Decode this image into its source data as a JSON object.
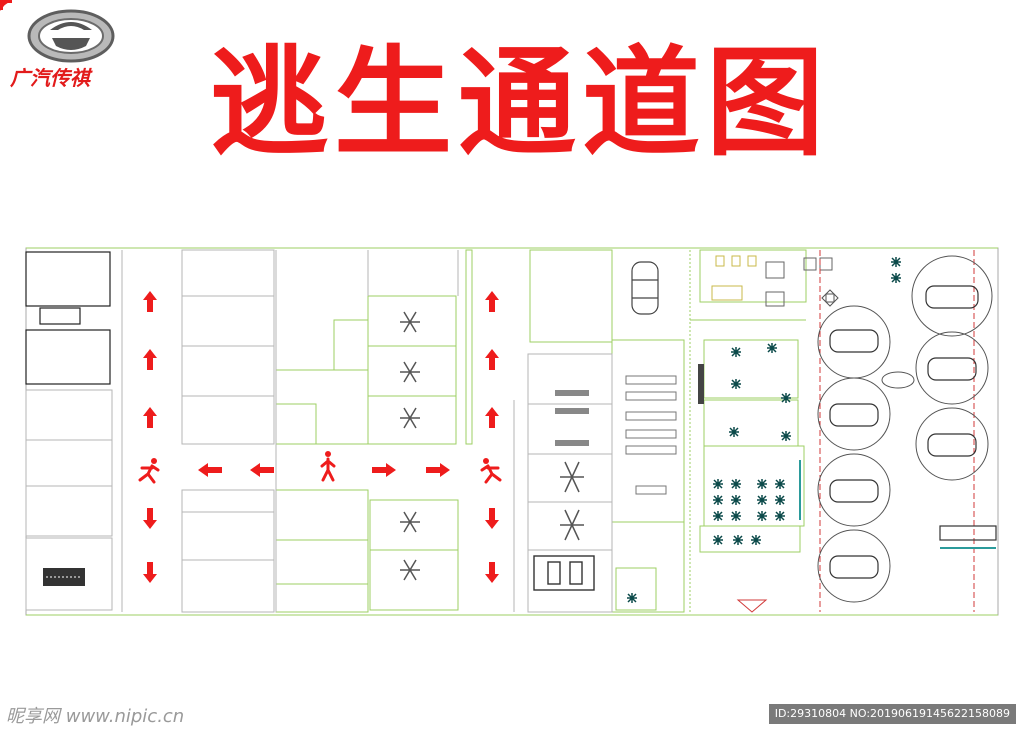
{
  "brand": {
    "name": "广汽传祺",
    "logo_icon": "gac-trumpchi-logo-icon"
  },
  "title": "逃生通道图",
  "colors": {
    "accent_red": "#ee1c1c",
    "wall_green": "#9ecf63",
    "wall_gray": "#9a9a9a",
    "furniture": "#222222"
  },
  "plan": {
    "exit_arrows": [
      "arrow-up-icon",
      "arrow-down-icon",
      "arrow-left-icon",
      "arrow-right-icon"
    ],
    "runner_icon": "running-person-icon"
  },
  "watermark": {
    "left": "昵享网 www.nipic.cn",
    "right": "ID:29310804 NO:20190619145622158089"
  }
}
